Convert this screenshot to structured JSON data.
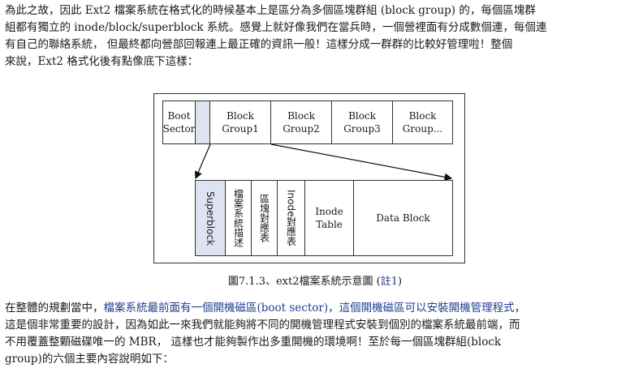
{
  "intro_paragraph": {
    "lines": [
      "為此之故，因此 Ext2 檔案系統在格式化的時候基本上是區分為多個區塊群組 (block group) 的，每個區塊群",
      "組都有獨立的 inode/block/superblock 系統。感覺上就好像我們在當兵時，一個營裡面有分成數個連，每個連",
      "有自己的聯絡系統， 但最終都向營部回報連上最正確的資訊一般！這樣分成一群群的比較好管理啦！整個",
      "來說，Ext2 格式化後有點像底下這樣："
    ]
  },
  "figure": {
    "top_row": [
      {
        "line1": "Boot",
        "line2": "Sector"
      },
      {
        "line1": "Block",
        "line2": "Group1"
      },
      {
        "line1": "Block",
        "line2": "Group2"
      },
      {
        "line1": "Block",
        "line2": "Group3"
      },
      {
        "line1": "Block",
        "line2": "Group..."
      }
    ],
    "bottom_row": {
      "superblock": "Superblock",
      "fs_description": "檔案系統描述",
      "block_bitmap": "區塊對應表",
      "inode_bitmap_en": "Inode",
      "inode_bitmap_zh": "對應表",
      "inode_table_line1": "Inode",
      "inode_table_line2": "Table",
      "data_block": "Data Block"
    },
    "colors": {
      "border": "#333333",
      "superblock_fill": "#dde3f0",
      "boot_fill": "#dde3f0"
    }
  },
  "caption": {
    "text": "圖7.1.3、ext2檔案系統示意圖 (",
    "link": "註1",
    "close": ")"
  },
  "second_paragraph": {
    "line1_pre": "在整體的規劃當中，",
    "line1_hl": "檔案系統最前面有一個開機磁區(boot sector)，這個開機磁區可以安裝開機管理程式",
    "line1_post": "，",
    "line2": "這是個非常重要的設計，因為如此一來我們就能夠將不同的開機管理程式安裝到個別的檔案系統最前端，而",
    "line3": "不用覆蓋整顆磁碟唯一的 MBR， 這樣也才能夠製作出多重開機的環境啊！至於每一個區塊群組(block",
    "line4": "group)的六個主要內容說明如下："
  }
}
